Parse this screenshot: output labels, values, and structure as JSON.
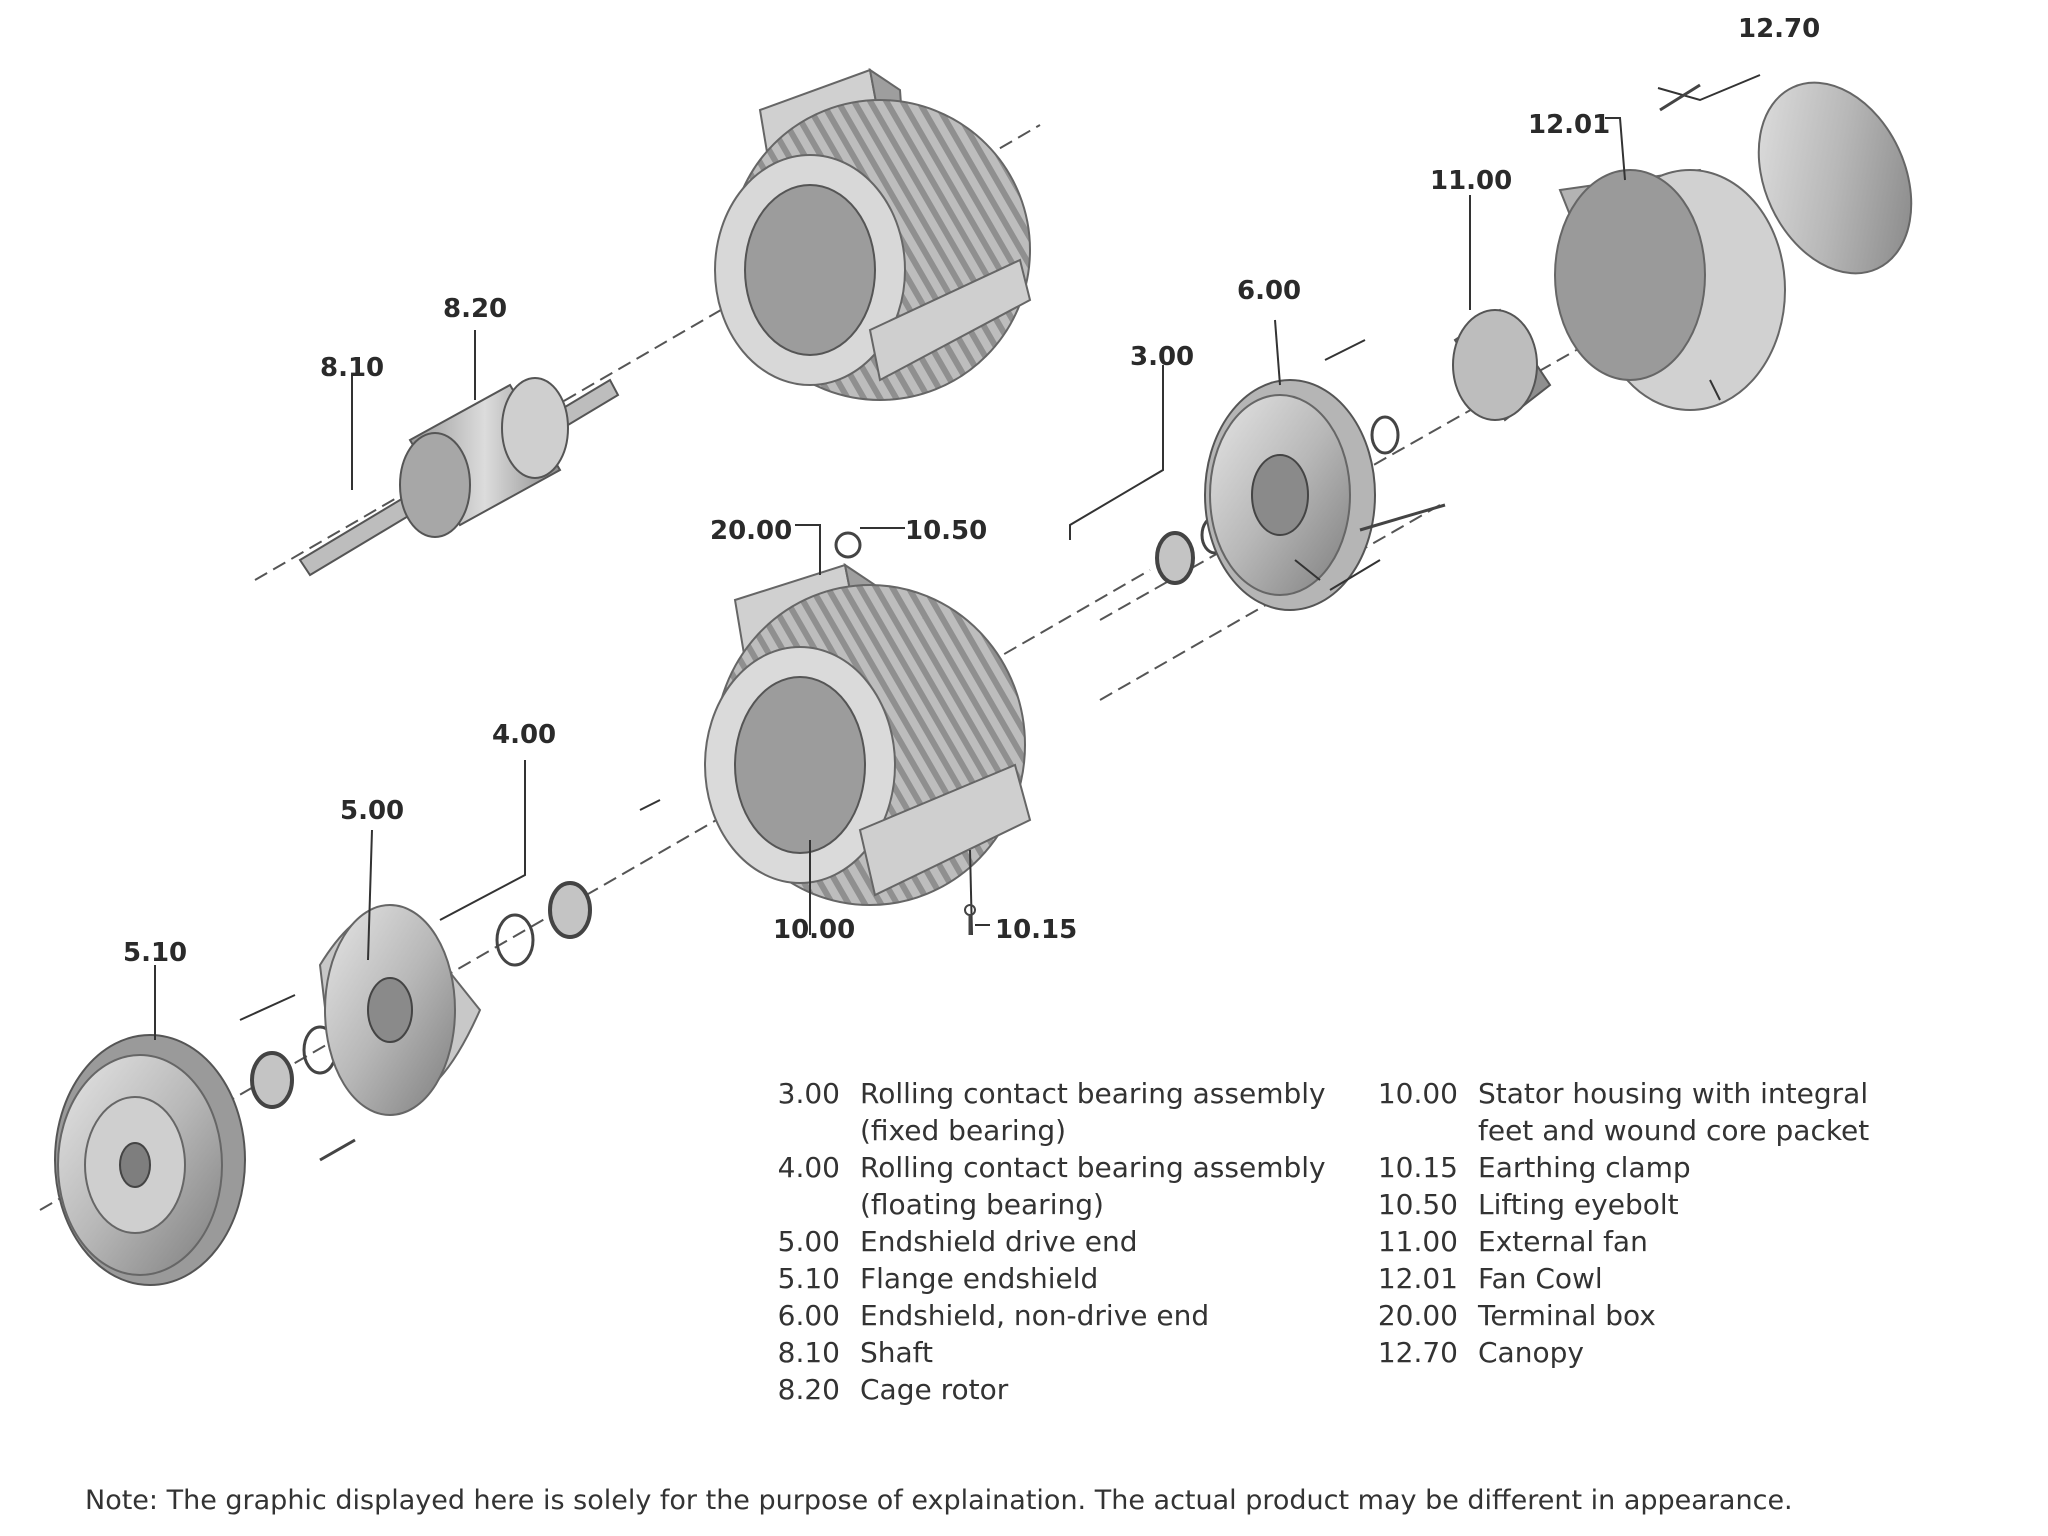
{
  "callouts": {
    "c_12_70": "12.70",
    "c_12_01": "12.01",
    "c_11_00": "11.00",
    "c_6_00": "6.00",
    "c_3_00": "3.00",
    "c_8_20": "8.20",
    "c_8_10": "8.10",
    "c_20_00": "20.00",
    "c_10_50": "10.50",
    "c_4_00": "4.00",
    "c_5_00": "5.00",
    "c_5_10": "5.10",
    "c_10_00": "10.00",
    "c_10_15": "10.15"
  },
  "legend_left": [
    {
      "num": "3.00",
      "desc": "Rolling contact bearing assembly",
      "desc2": "(fixed bearing)"
    },
    {
      "num": "4.00",
      "desc": "Rolling contact bearing assembly",
      "desc2": "(floating bearing)"
    },
    {
      "num": "5.00",
      "desc": "Endshield drive end"
    },
    {
      "num": "5.10",
      "desc": "Flange endshield"
    },
    {
      "num": "6.00",
      "desc": "Endshield, non-drive end"
    },
    {
      "num": "8.10",
      "desc": "Shaft"
    },
    {
      "num": "8.20",
      "desc": "Cage rotor"
    }
  ],
  "legend_right": [
    {
      "num": "10.00",
      "desc": "Stator housing with integral",
      "desc2": "feet and wound core packet"
    },
    {
      "num": "10.15",
      "desc": "Earthing clamp"
    },
    {
      "num": "10.50",
      "desc": "Lifting eyebolt"
    },
    {
      "num": "11.00",
      "desc": "External fan"
    },
    {
      "num": "12.01",
      "desc": "Fan Cowl"
    },
    {
      "num": "20.00",
      "desc": "Terminal box"
    },
    {
      "num": "12.70",
      "desc": "Canopy"
    }
  ],
  "note": "Note: The graphic displayed here is solely for the purpose of explaination. The actual product may be different in appearance.",
  "colors": {
    "part_fill": "#c9c9c9",
    "part_dark": "#8a8a8a",
    "line": "#444444"
  }
}
